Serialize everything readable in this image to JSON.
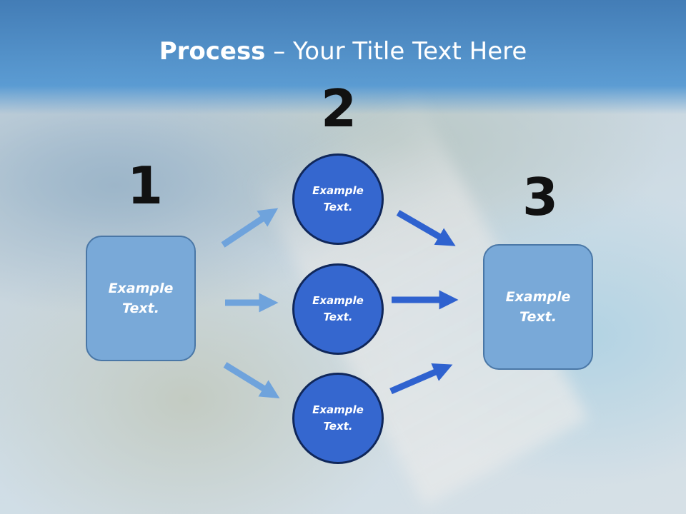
{
  "title": {
    "bold": "Process",
    "rest": " – Your Title Text Here"
  },
  "steps": [
    {
      "number": "1",
      "box_text": "Example Text."
    },
    {
      "number": "2",
      "circle_texts": [
        "Example Text.",
        "Example Text.",
        "Example Text."
      ]
    },
    {
      "number": "3",
      "box_text": "Example Text."
    }
  ],
  "colors": {
    "box_fill": "#79a9d8",
    "box_border": "#4a77a6",
    "circle_fill": "#3567cf",
    "circle_border": "#10275a",
    "light_arrow": "#6fa3dc",
    "dark_arrow": "#2f62cf"
  }
}
